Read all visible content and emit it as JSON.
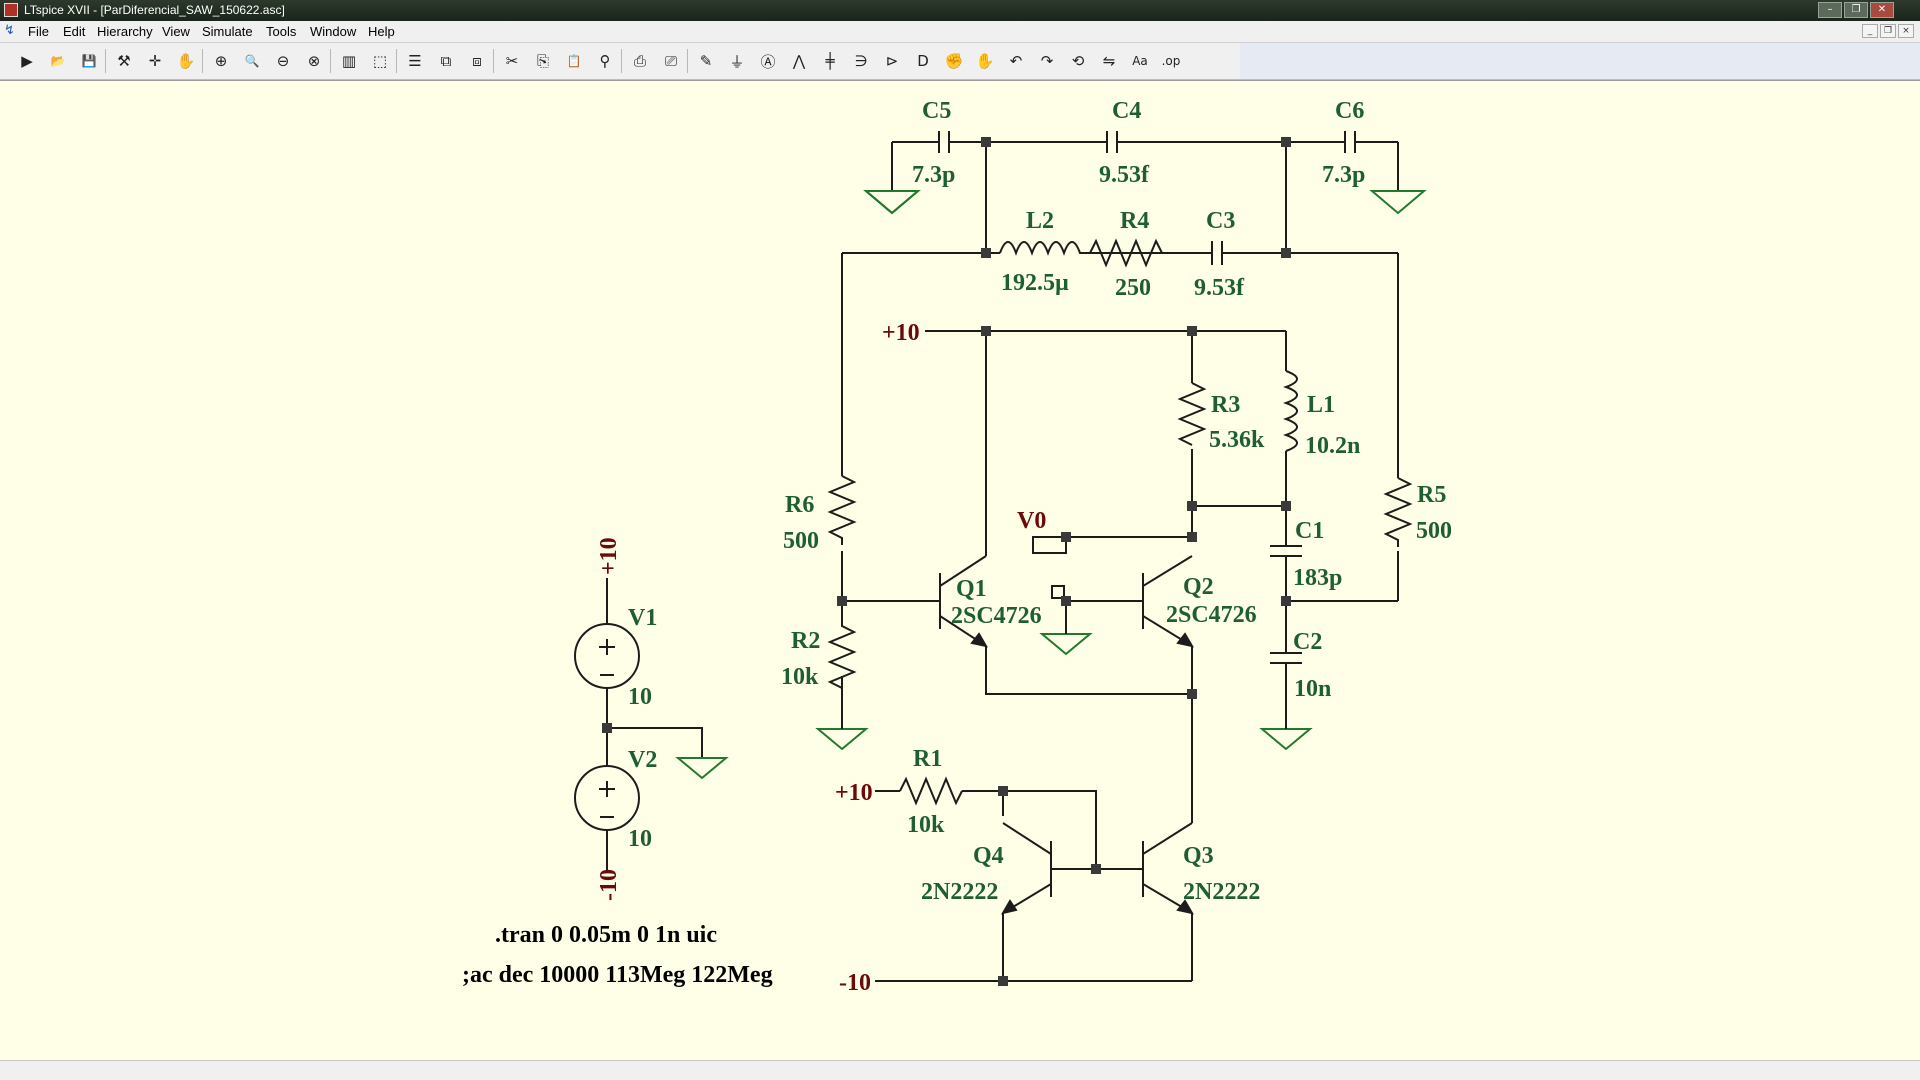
{
  "window": {
    "title": "LTspice XVII - [ParDiferencial_SAW_150622.asc]",
    "controls": [
      "–",
      "❐",
      "✕"
    ],
    "mdi_controls": [
      "_",
      "❐",
      "×"
    ]
  },
  "menu": [
    "File",
    "Edit",
    "Hierarchy",
    "View",
    "Simulate",
    "Tools",
    "Window",
    "Help"
  ],
  "toolbar": {
    "buttons": [
      {
        "name": "run-icon",
        "glyph": "▶"
      },
      {
        "name": "open-icon",
        "glyph": "📂"
      },
      {
        "name": "save-icon",
        "glyph": "💾"
      },
      {
        "name": "control-panel-icon",
        "glyph": "⚒"
      },
      {
        "name": "probe-icon",
        "glyph": "✛"
      },
      {
        "name": "pan-icon",
        "glyph": "✋"
      },
      {
        "name": "zoom-in-icon",
        "glyph": "⊕"
      },
      {
        "name": "zoom-pan-icon",
        "glyph": "🔍"
      },
      {
        "name": "zoom-out-icon",
        "glyph": "⊖"
      },
      {
        "name": "zoom-fit-icon",
        "glyph": "⊗"
      },
      {
        "name": "waveform-icon",
        "glyph": "▥"
      },
      {
        "name": "autorange-icon",
        "glyph": "⬚"
      },
      {
        "name": "tile-horizontal-icon",
        "glyph": "☰"
      },
      {
        "name": "cascade-icon",
        "glyph": "⧉"
      },
      {
        "name": "tile-vertical-icon",
        "glyph": "⧈"
      },
      {
        "name": "cut-icon",
        "glyph": "✂"
      },
      {
        "name": "copy-icon",
        "glyph": "⎘"
      },
      {
        "name": "paste-icon",
        "glyph": "📋"
      },
      {
        "name": "find-icon",
        "glyph": "⚲"
      },
      {
        "name": "print-icon",
        "glyph": "⎙"
      },
      {
        "name": "print-preview-icon",
        "glyph": "⎚"
      },
      {
        "name": "draw-wire-icon",
        "glyph": "✎"
      },
      {
        "name": "ground-icon",
        "glyph": "⏚"
      },
      {
        "name": "label-net-icon",
        "glyph": "Ⓐ"
      },
      {
        "name": "resistor-icon",
        "glyph": "⋀"
      },
      {
        "name": "capacitor-icon",
        "glyph": "╪"
      },
      {
        "name": "inductor-icon",
        "glyph": "∋"
      },
      {
        "name": "diode-icon",
        "glyph": "⊳"
      },
      {
        "name": "component-icon",
        "glyph": "D"
      },
      {
        "name": "move-icon",
        "glyph": "✊"
      },
      {
        "name": "drag-icon",
        "glyph": "✋"
      },
      {
        "name": "undo-icon",
        "glyph": "↶"
      },
      {
        "name": "redo-icon",
        "glyph": "↷"
      },
      {
        "name": "rotate-icon",
        "glyph": "⟲"
      },
      {
        "name": "mirror-icon",
        "glyph": "⇋"
      },
      {
        "name": "text-icon",
        "glyph": "Aa"
      },
      {
        "name": "spice-directive-icon",
        "glyph": ".op"
      }
    ]
  },
  "schematic": {
    "components": {
      "C5": {
        "name": "C5",
        "value": "7.3p"
      },
      "C4": {
        "name": "C4",
        "value": "9.53f"
      },
      "C6": {
        "name": "C6",
        "value": "7.3p"
      },
      "L2": {
        "name": "L2",
        "value": "192.5µ"
      },
      "R4": {
        "name": "R4",
        "value": "250"
      },
      "C3": {
        "name": "C3",
        "value": "9.53f"
      },
      "R3": {
        "name": "R3",
        "value": "5.36k"
      },
      "L1": {
        "name": "L1",
        "value": "10.2n"
      },
      "R6": {
        "name": "R6",
        "value": "500"
      },
      "R5": {
        "name": "R5",
        "value": "500"
      },
      "C1": {
        "name": "C1",
        "value": "183p"
      },
      "C2": {
        "name": "C2",
        "value": "10n"
      },
      "Q1": {
        "name": "Q1",
        "value": "2SC4726"
      },
      "Q2": {
        "name": "Q2",
        "value": "2SC4726"
      },
      "R2": {
        "name": "R2",
        "value": "10k"
      },
      "R1": {
        "name": "R1",
        "value": "10k"
      },
      "Q4": {
        "name": "Q4",
        "value": "2N2222"
      },
      "Q3": {
        "name": "Q3",
        "value": "2N2222"
      },
      "V1": {
        "name": "V1",
        "value": "10"
      },
      "V2": {
        "name": "V2",
        "value": "10"
      }
    },
    "net_labels": {
      "vplus_top": "+10",
      "vplus_r1": "+10",
      "vminus": "-10",
      "v1_top": "+10",
      "v2_bottom": "-10",
      "output": "V0"
    },
    "directives": {
      "tran": ".tran 0 0.05m 0 1n uic",
      "ac": ";ac dec 10000 113Meg 122Meg"
    },
    "colors": {
      "background": "#ffffe8",
      "wire": "#1c1c1c",
      "component_text": "#1e5e30",
      "ground": "#1f7a2e",
      "net_label": "#6b0a0a"
    }
  }
}
